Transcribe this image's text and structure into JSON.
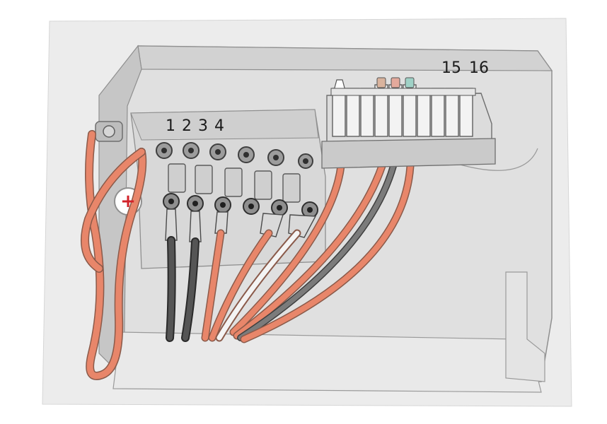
{
  "terminal_labels": [
    "1",
    "2",
    "3",
    "4"
  ],
  "fuse_labels": [
    "15",
    "16"
  ],
  "positive_symbol": "+",
  "colors": {
    "background": "#ebebeb",
    "housing": "#dcdcdc",
    "housing_dark": "#b9b9b9",
    "outline": "#8f8f8f",
    "cable_orange": "#e8866a",
    "cable_dark": "#4a4a4a",
    "cable_white": "#f6f6f6",
    "plus_red": "#d2232a",
    "fuse_pink": "#e3a99c",
    "fuse_teal": "#9fd1c6",
    "fuse_tan": "#d9b39d"
  },
  "icons": [
    "battery-positive-icon",
    "ground-bolt-icon",
    "terminal-nut-icon",
    "fuse-icon"
  ]
}
